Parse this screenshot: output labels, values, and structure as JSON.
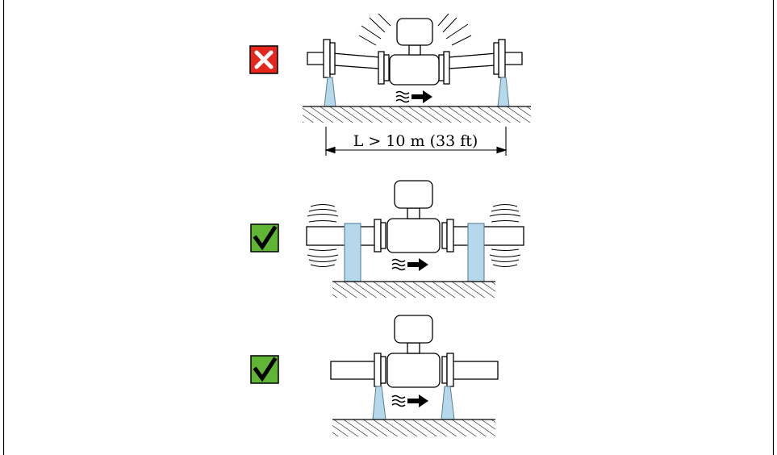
{
  "scenarios": [
    {
      "id": "unsupported-long-span",
      "status": "incorrect",
      "status_color": "#e4261d",
      "status_icon": "cross-icon"
    },
    {
      "id": "pipe-clamps-vibration-dampened",
      "status": "correct",
      "status_color": "#61b534",
      "status_icon": "check-icon"
    },
    {
      "id": "supports-at-flanges",
      "status": "correct",
      "status_color": "#61b534",
      "status_icon": "check-icon"
    }
  ],
  "dimension": {
    "label": "L > 10 m (33 ft)"
  },
  "colors": {
    "support": "#b5d8ea",
    "support_stroke": "#5a7e96",
    "line": "#000000"
  }
}
